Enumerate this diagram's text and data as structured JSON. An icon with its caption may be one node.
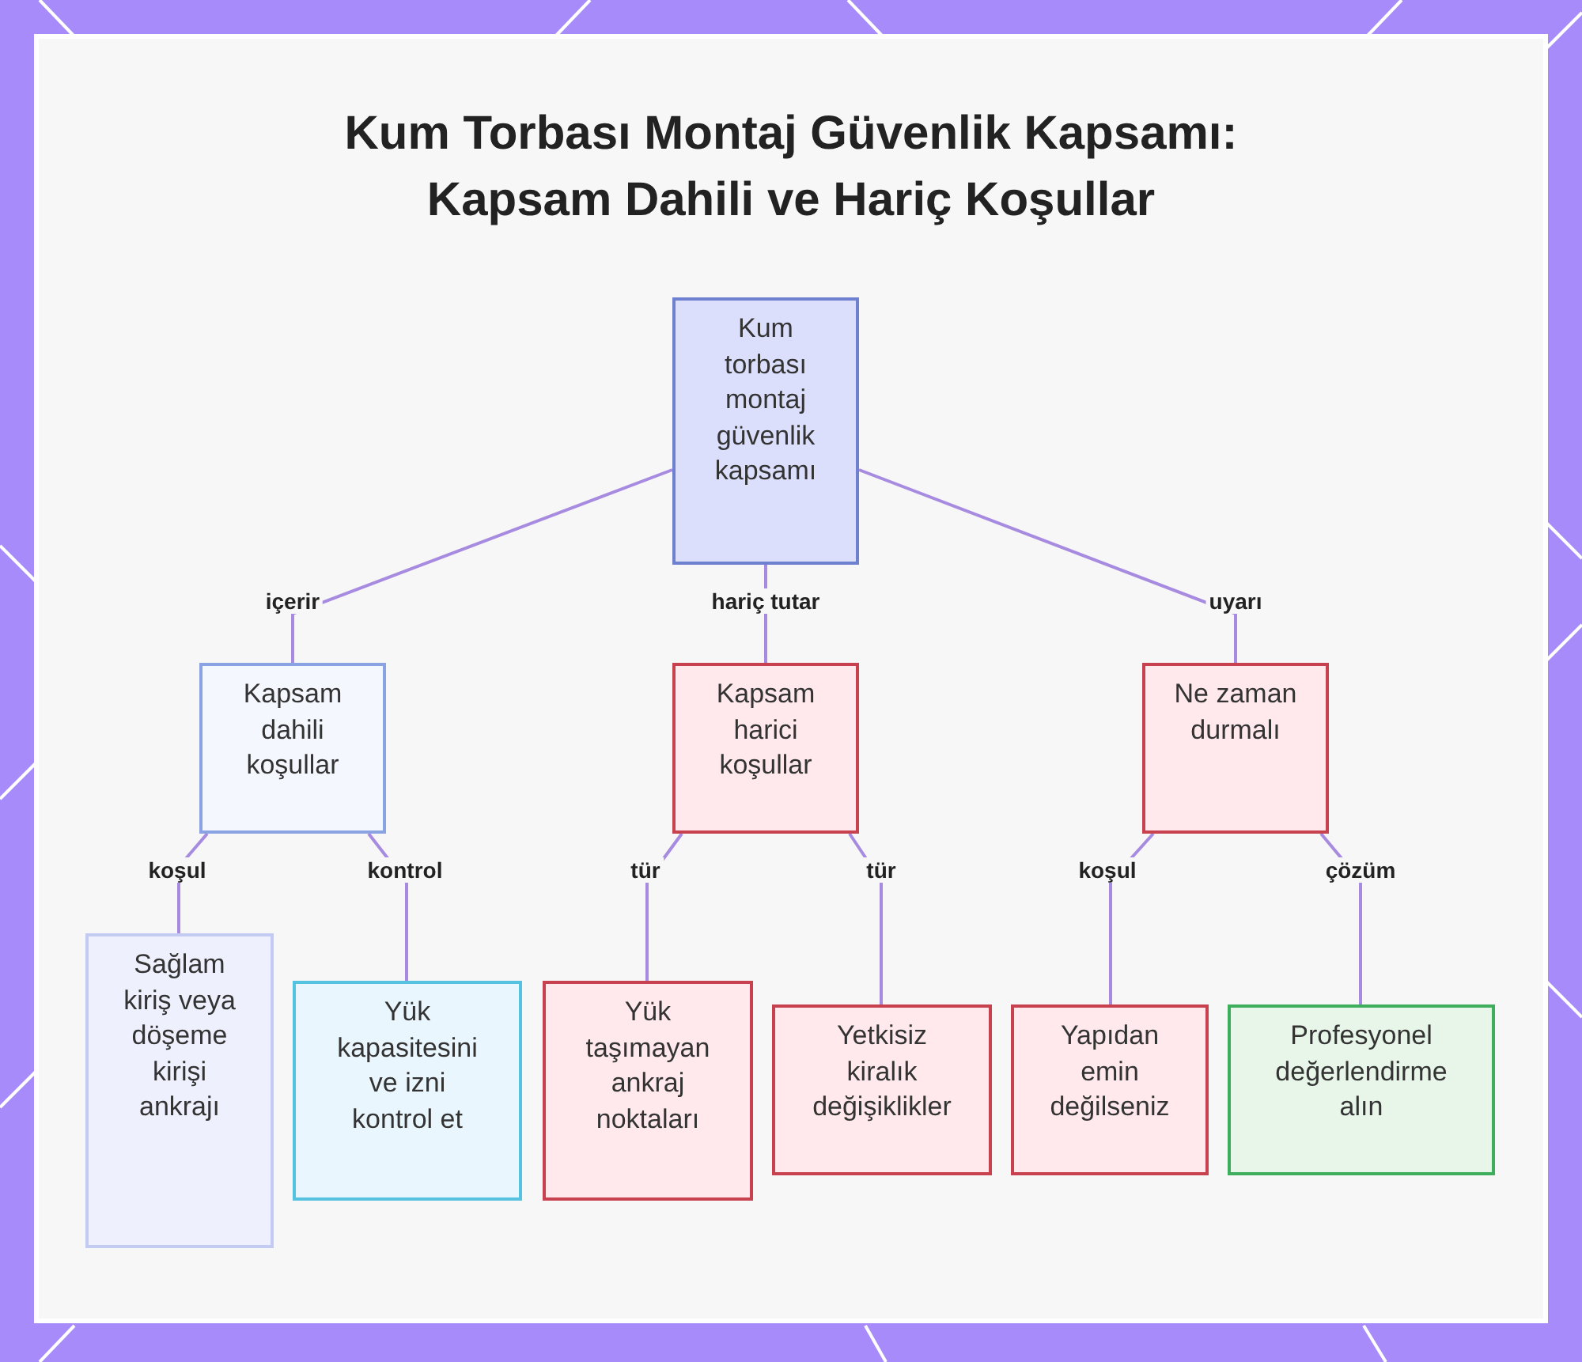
{
  "diagram": {
    "title": "Kum Torbası Montaj Güvenlik Kapsamı: Kapsam Dahili ve Hariç Koşullar",
    "nodes": [
      {
        "text": [
          "Kum torbası montaj güvenlik kapsamı"
        ]
      },
      {
        "text": [
          "Kapsam dahili koşullar"
        ]
      },
      {
        "text": [
          "Kapsam harici koşullar"
        ]
      },
      {
        "text": [
          "Ne zaman durmalı"
        ]
      },
      {
        "text": [
          "Sağlam kiriş veya döşeme kirişi ankrajı"
        ]
      },
      {
        "text": [
          "Yük kapasitesini ve izni kontrol et"
        ]
      },
      {
        "text": [
          "Yük taşımayan ankraj noktaları"
        ]
      },
      {
        "text": [
          "Yetkisiz kiralık değişiklikler"
        ]
      },
      {
        "text": [
          "Yapıdan emin değilseniz"
        ]
      },
      {
        "text": [
          "Profesyonel değerlendirme alın"
        ]
      }
    ],
    "edges": [
      {
        "from": 0,
        "to": 1,
        "arrow": "none",
        "label": "içerir"
      },
      {
        "from": 0,
        "to": 2,
        "arrow": "none",
        "label": "hariç tutar"
      },
      {
        "from": 0,
        "to": 3,
        "arrow": "none",
        "label": "uyarı"
      },
      {
        "from": 1,
        "to": 4,
        "arrow": "none",
        "label": "koşul"
      },
      {
        "from": 1,
        "to": 5,
        "arrow": "none",
        "label": "kontrol"
      },
      {
        "from": 2,
        "to": 6,
        "arrow": "none",
        "label": "tür"
      },
      {
        "from": 2,
        "to": 7,
        "arrow": "none",
        "label": "tür"
      },
      {
        "from": 3,
        "to": 8,
        "arrow": "none",
        "label": "koşul"
      },
      {
        "from": 3,
        "to": 9,
        "arrow": "none",
        "label": "çözüm"
      }
    ]
  }
}
